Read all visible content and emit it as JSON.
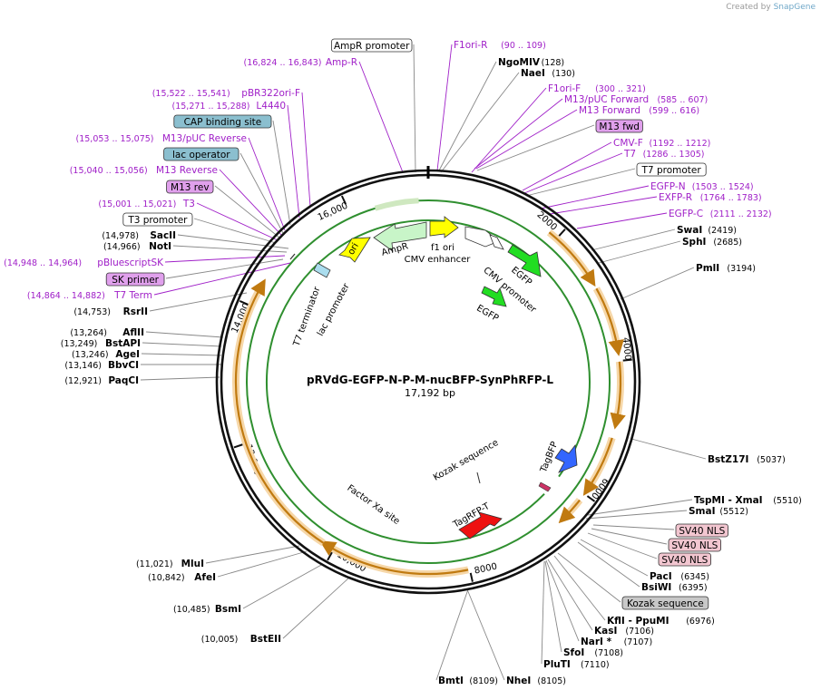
{
  "credit": {
    "prefix": "Created by",
    "brand": "SnapGene"
  },
  "plasmid": {
    "name": "pRVdG-EGFP-N-P-M-nucBFP-SynPhRFP-L",
    "length": "17,192 bp"
  },
  "colors": {
    "feature_label": "#a020c8",
    "enzyme_label": "#000000",
    "line": "#888888",
    "orf_arrow": "#c07a10",
    "orf_halo": "#f6d7a8",
    "ampr": "#c8f5c8",
    "f1ori": "#ffff00",
    "ori": "#ffff00",
    "egfp": "#22dd22",
    "tagbfp": "#3366ff",
    "tagrfp": "#ee1111",
    "promoter_box": "#ffffff",
    "cap_box": "#8bbfcf",
    "primer_box": "#e0a0ec",
    "nls_box": "#f2c6d0",
    "kozak_box": "#c8c8c8"
  },
  "ticks": [
    "2000",
    "4000",
    "6000",
    "8000",
    "10,000",
    "12,000",
    "14,000",
    "16,000"
  ],
  "inner_features": [
    "AmpR",
    "f1 ori",
    "CMV enhancer",
    "CMV promoter",
    "EGFP",
    "EGFP",
    "ori",
    "lac promoter",
    "T7 terminator",
    "TagBFP",
    "Kozak sequence",
    "TagRFP-T",
    "Factor Xa site"
  ],
  "labels_right": [
    {
      "name": "F1ori-R",
      "loc": "(90 .. 109)",
      "kind": "feature"
    },
    {
      "name": "NgoMIV",
      "loc": "(128)",
      "kind": "enzyme"
    },
    {
      "name": "NaeI",
      "loc": "(130)",
      "kind": "enzyme"
    },
    {
      "name": "F1ori-F",
      "loc": "(300 .. 321)",
      "kind": "feature"
    },
    {
      "name": "M13/pUC Forward",
      "loc": "(585 .. 607)",
      "kind": "feature"
    },
    {
      "name": "M13 Forward",
      "loc": "(599 .. 616)",
      "kind": "feature"
    },
    {
      "name": "M13 fwd",
      "loc": "",
      "kind": "primer"
    },
    {
      "name": "CMV-F",
      "loc": "(1192 .. 1212)",
      "kind": "feature"
    },
    {
      "name": "T7",
      "loc": "(1286 .. 1305)",
      "kind": "feature"
    },
    {
      "name": "T7 promoter",
      "loc": "",
      "kind": "promoter"
    },
    {
      "name": "EGFP-N",
      "loc": "(1503 .. 1524)",
      "kind": "feature"
    },
    {
      "name": "EXFP-R",
      "loc": "(1764 .. 1783)",
      "kind": "feature"
    },
    {
      "name": "EGFP-C",
      "loc": "(2111 .. 2132)",
      "kind": "feature"
    },
    {
      "name": "SwaI",
      "loc": "(2419)",
      "kind": "enzyme"
    },
    {
      "name": "SphI",
      "loc": "(2685)",
      "kind": "enzyme"
    },
    {
      "name": "PmlI",
      "loc": "(3194)",
      "kind": "enzyme"
    },
    {
      "name": "BstZ17I",
      "loc": "(5037)",
      "kind": "enzyme"
    },
    {
      "name": "TspMI - XmaI",
      "loc": "(5510)",
      "kind": "enzyme"
    },
    {
      "name": "SmaI",
      "loc": "(5512)",
      "kind": "enzyme"
    },
    {
      "name": "SV40 NLS",
      "loc": "",
      "kind": "nls"
    },
    {
      "name": "SV40 NLS",
      "loc": "",
      "kind": "nls"
    },
    {
      "name": "SV40 NLS",
      "loc": "",
      "kind": "nls"
    },
    {
      "name": "PacI",
      "loc": "(6345)",
      "kind": "enzyme"
    },
    {
      "name": "BsiWI",
      "loc": "(6395)",
      "kind": "enzyme"
    },
    {
      "name": "Kozak sequence",
      "loc": "",
      "kind": "kozak"
    },
    {
      "name": "KflI - PpuMI",
      "loc": "(6976)",
      "kind": "enzyme"
    },
    {
      "name": "KasI",
      "loc": "(7106)",
      "kind": "enzyme"
    },
    {
      "name": "NarI *",
      "loc": "(7107)",
      "kind": "enzyme"
    },
    {
      "name": "SfoI",
      "loc": "(7108)",
      "kind": "enzyme"
    },
    {
      "name": "PluTI",
      "loc": "(7110)",
      "kind": "enzyme"
    },
    {
      "name": "NheI",
      "loc": "(8105)",
      "kind": "enzyme"
    },
    {
      "name": "BmtI",
      "loc": "(8109)",
      "kind": "enzyme"
    }
  ],
  "labels_left": [
    {
      "name": "AmpR promoter",
      "loc": "",
      "kind": "promoter"
    },
    {
      "name": "Amp-R",
      "loc": "(16,824 .. 16,843)",
      "kind": "feature"
    },
    {
      "name": "pBR322ori-F",
      "loc": "(15,522 .. 15,541)",
      "kind": "feature"
    },
    {
      "name": "L4440",
      "loc": "(15,271 .. 15,288)",
      "kind": "feature"
    },
    {
      "name": "CAP binding site",
      "loc": "",
      "kind": "cap"
    },
    {
      "name": "M13/pUC Reverse",
      "loc": "(15,053 .. 15,075)",
      "kind": "feature"
    },
    {
      "name": "lac operator",
      "loc": "",
      "kind": "cap"
    },
    {
      "name": "M13 Reverse",
      "loc": "(15,040 .. 15,056)",
      "kind": "feature"
    },
    {
      "name": "M13 rev",
      "loc": "",
      "kind": "primer"
    },
    {
      "name": "T3",
      "loc": "(15,001 .. 15,021)",
      "kind": "feature"
    },
    {
      "name": "T3 promoter",
      "loc": "",
      "kind": "promoter"
    },
    {
      "name": "SacII",
      "loc": "(14,978)",
      "kind": "enzyme"
    },
    {
      "name": "NotI",
      "loc": "(14,966)",
      "kind": "enzyme"
    },
    {
      "name": "pBluescriptSK",
      "loc": "(14,948 .. 14,964)",
      "kind": "feature"
    },
    {
      "name": "SK primer",
      "loc": "",
      "kind": "primer"
    },
    {
      "name": "T7 Term",
      "loc": "(14,864 .. 14,882)",
      "kind": "feature"
    },
    {
      "name": "RsrII",
      "loc": "(14,753)",
      "kind": "enzyme"
    },
    {
      "name": "AflII",
      "loc": "(13,264)",
      "kind": "enzyme"
    },
    {
      "name": "BstAPI",
      "loc": "(13,249)",
      "kind": "enzyme"
    },
    {
      "name": "AgeI",
      "loc": "(13,246)",
      "kind": "enzyme"
    },
    {
      "name": "BbvCI",
      "loc": "(13,146)",
      "kind": "enzyme"
    },
    {
      "name": "PaqCI",
      "loc": "(12,921)",
      "kind": "enzyme"
    },
    {
      "name": "MluI",
      "loc": "(11,021)",
      "kind": "enzyme"
    },
    {
      "name": "AfeI",
      "loc": "(10,842)",
      "kind": "enzyme"
    },
    {
      "name": "BsmI",
      "loc": "(10,485)",
      "kind": "enzyme"
    },
    {
      "name": "BstEII",
      "loc": "(10,005)",
      "kind": "enzyme"
    }
  ]
}
